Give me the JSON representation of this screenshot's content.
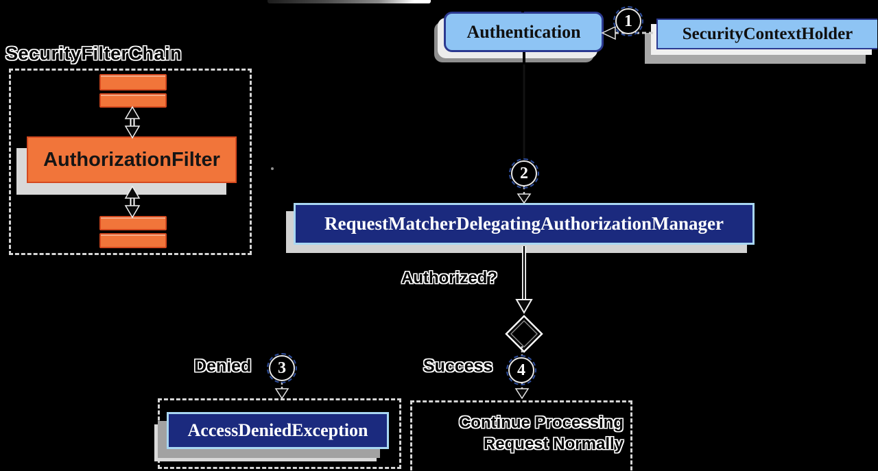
{
  "colors": {
    "background": "#000000",
    "orange_fill": "#F1753A",
    "orange_border": "#D4491F",
    "light_blue_fill": "#8EC4F4",
    "dark_blue_border": "#2B3990",
    "navy_fill": "#1B2A7E",
    "navy_node_border": "#A9D7F2",
    "dashed_border": "#D6D6D6",
    "step_badge_ring": "#2E4E9E"
  },
  "nodes": {
    "authentication": {
      "label": "Authentication"
    },
    "security_context_holder": {
      "label": "SecurityContextHolder"
    },
    "security_filter_chain": {
      "label": "SecurityFilterChain"
    },
    "authorization_filter": {
      "label": "AuthorizationFilter"
    },
    "authorization_manager": {
      "label": "RequestMatcherDelegatingAuthorizationManager"
    },
    "access_denied_exception": {
      "label": "AccessDeniedException"
    },
    "continue_processing": {
      "line1": "Continue Processing",
      "line2": "Request Normally"
    }
  },
  "edge_labels": {
    "authorized": "Authorized?",
    "denied": "Denied",
    "success": "Success"
  },
  "steps": [
    {
      "number": "1"
    },
    {
      "number": "2"
    },
    {
      "number": "3"
    },
    {
      "number": "4"
    }
  ],
  "shapes": {
    "decision_diamond": "authorization decision point"
  }
}
